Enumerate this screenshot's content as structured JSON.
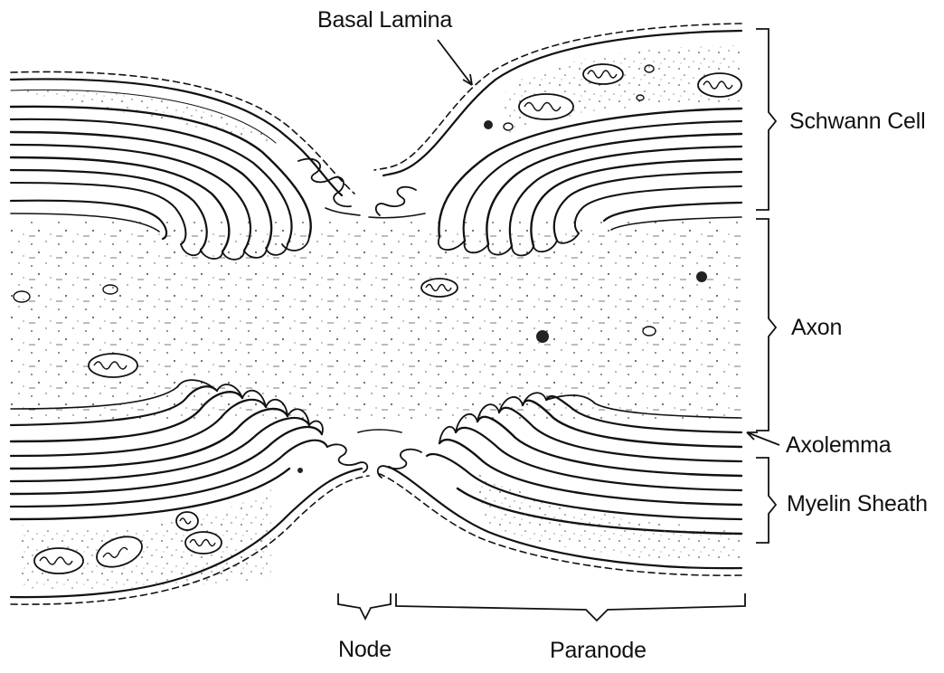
{
  "labels": {
    "basal_lamina": "Basal Lamina",
    "schwann_cell": "Schwann Cell",
    "axon": "Axon",
    "axolemma": "Axolemma",
    "myelin_sheath": "Myelin Sheath",
    "node": "Node",
    "paranode": "Paranode"
  },
  "colors": {
    "ink": "#111111",
    "background": "#ffffff"
  }
}
